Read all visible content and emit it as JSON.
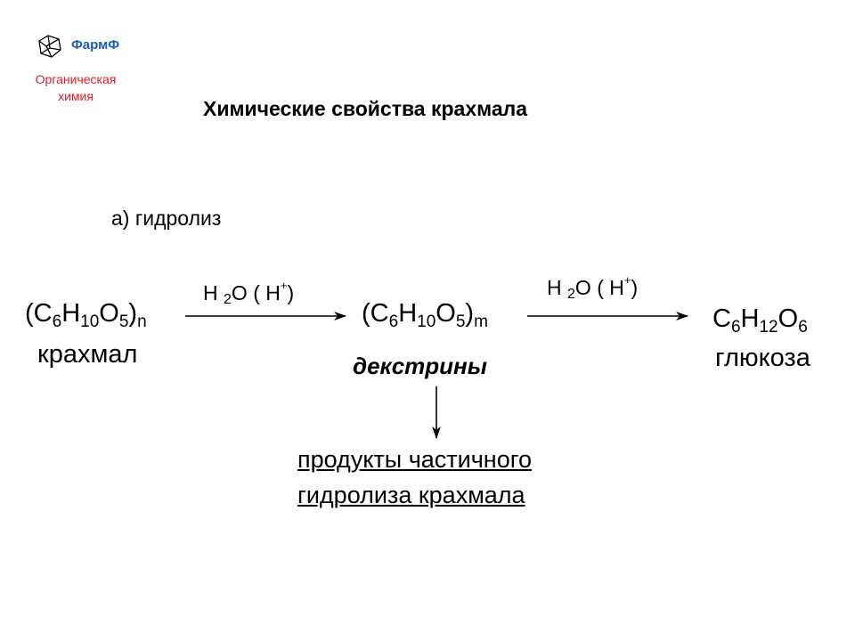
{
  "header": {
    "brand": "ФармФ",
    "subject_line1": "Органическая",
    "subject_line2": "химия",
    "logo_icon": "adamantane-icon",
    "brand_color": "#1a5fb4",
    "subject_color": "#e01b24"
  },
  "title": "Химические свойства крахмала",
  "section": "а) гидролиз",
  "reaction": {
    "starch": {
      "open": "(C",
      "c_idx": "6",
      "h": "H",
      "h_idx": "10",
      "o": "O",
      "o_idx": "5",
      "close": ")",
      "n": "n",
      "name": "крахмал"
    },
    "step1_condition": {
      "h": "H",
      "two": "2",
      "o": "O",
      "open": "(",
      "hplus": "H",
      "plus": "+",
      "close": ")"
    },
    "dextrin": {
      "open": "(C",
      "c_idx": "6",
      "h": "H",
      "h_idx": "10",
      "o": "O",
      "o_idx": "5",
      "close": ")",
      "m": "m",
      "name": "декстрины"
    },
    "step2_condition": {
      "h": "H",
      "two": "2",
      "o": "O",
      "open": "(",
      "hplus": "H",
      "plus": "+",
      "close": ")"
    },
    "glucose": {
      "c": "C",
      "c_idx": "6",
      "h": "H",
      "h_idx": "12",
      "o": "O",
      "o_idx": "6",
      "name": "глюкоза"
    },
    "side_products_line1": "продукты частичного",
    "side_products_line2": "гидролиза крахмала"
  }
}
